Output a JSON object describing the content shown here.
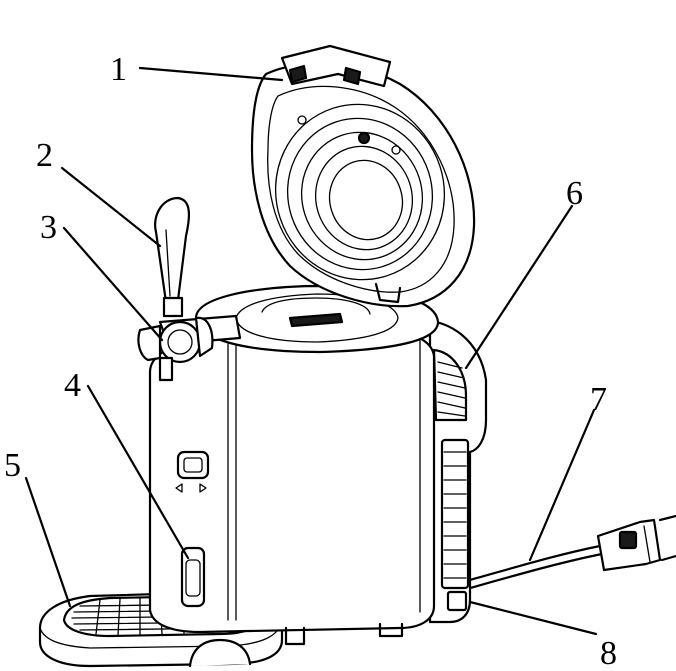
{
  "diagram": {
    "type": "exploded-part-callouts",
    "subject_icon": "beer-tap-dispenser",
    "callouts": [
      {
        "id": "1",
        "label": "1"
      },
      {
        "id": "2",
        "label": "2"
      },
      {
        "id": "3",
        "label": "3"
      },
      {
        "id": "4",
        "label": "4"
      },
      {
        "id": "5",
        "label": "5"
      },
      {
        "id": "6",
        "label": "6"
      },
      {
        "id": "7",
        "label": "7"
      },
      {
        "id": "8",
        "label": "8"
      }
    ]
  }
}
